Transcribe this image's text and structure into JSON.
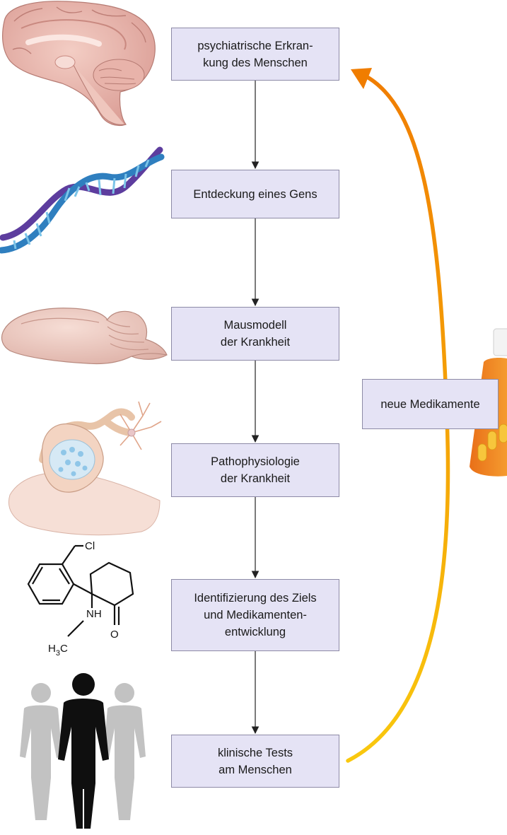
{
  "steps": [
    {
      "label": "psychiatrische Erkran-\nkung des Menschen"
    },
    {
      "label": "Entdeckung eines Gens"
    },
    {
      "label": "Mausmodell\nder Krankheit"
    },
    {
      "label": "Pathophysiologie\nder Krankheit"
    },
    {
      "label": "Identifizierung des Ziels\nund Medikamenten-\nentwicklung"
    },
    {
      "label": "klinische Tests\nam Menschen"
    }
  ],
  "feedback": {
    "label": "neue Medikamente"
  },
  "chemistry": {
    "cl": "Cl",
    "nh": "NH",
    "o": "O",
    "h3c": "H3C"
  },
  "colors": {
    "box_fill": "#e5e3f5",
    "box_border": "#8d8aa6",
    "arrow_dark": "#222222",
    "arrow_gradient_start": "#f9c80e",
    "arrow_gradient_end": "#f07d00"
  }
}
